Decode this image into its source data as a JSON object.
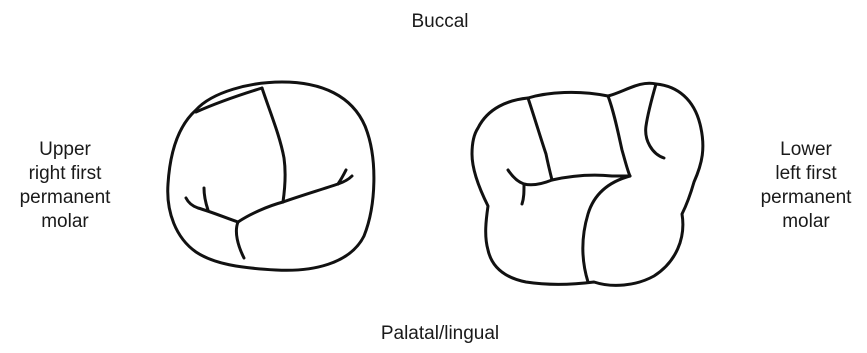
{
  "labels": {
    "top": "Buccal",
    "bottom": "Palatal/lingual",
    "left": [
      "Upper",
      "right first",
      "permanent",
      "molar"
    ],
    "right": [
      "Lower",
      "left first",
      "permanent",
      "molar"
    ]
  },
  "colors": {
    "outline": "#111111",
    "background": "#ffffff",
    "text": "#1a1a1a"
  }
}
